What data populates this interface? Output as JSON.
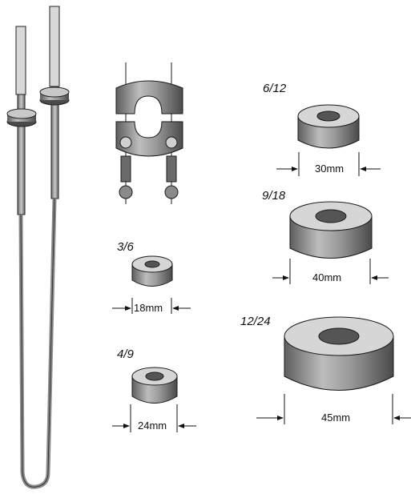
{
  "collars": [
    {
      "size_label": "3/6",
      "dimension": "18mm"
    },
    {
      "size_label": "4/9",
      "dimension": "24mm"
    },
    {
      "size_label": "6/12",
      "dimension": "30mm"
    },
    {
      "size_label": "9/18",
      "dimension": "40mm"
    },
    {
      "size_label": "12/24",
      "dimension": "45mm"
    }
  ],
  "colors": {
    "metal_light": "#e8e8e8",
    "metal_mid": "#a8a8a8",
    "metal_dark": "#5a5a5a",
    "outline": "#1a1a1a",
    "rod": "#8c8c8c"
  }
}
